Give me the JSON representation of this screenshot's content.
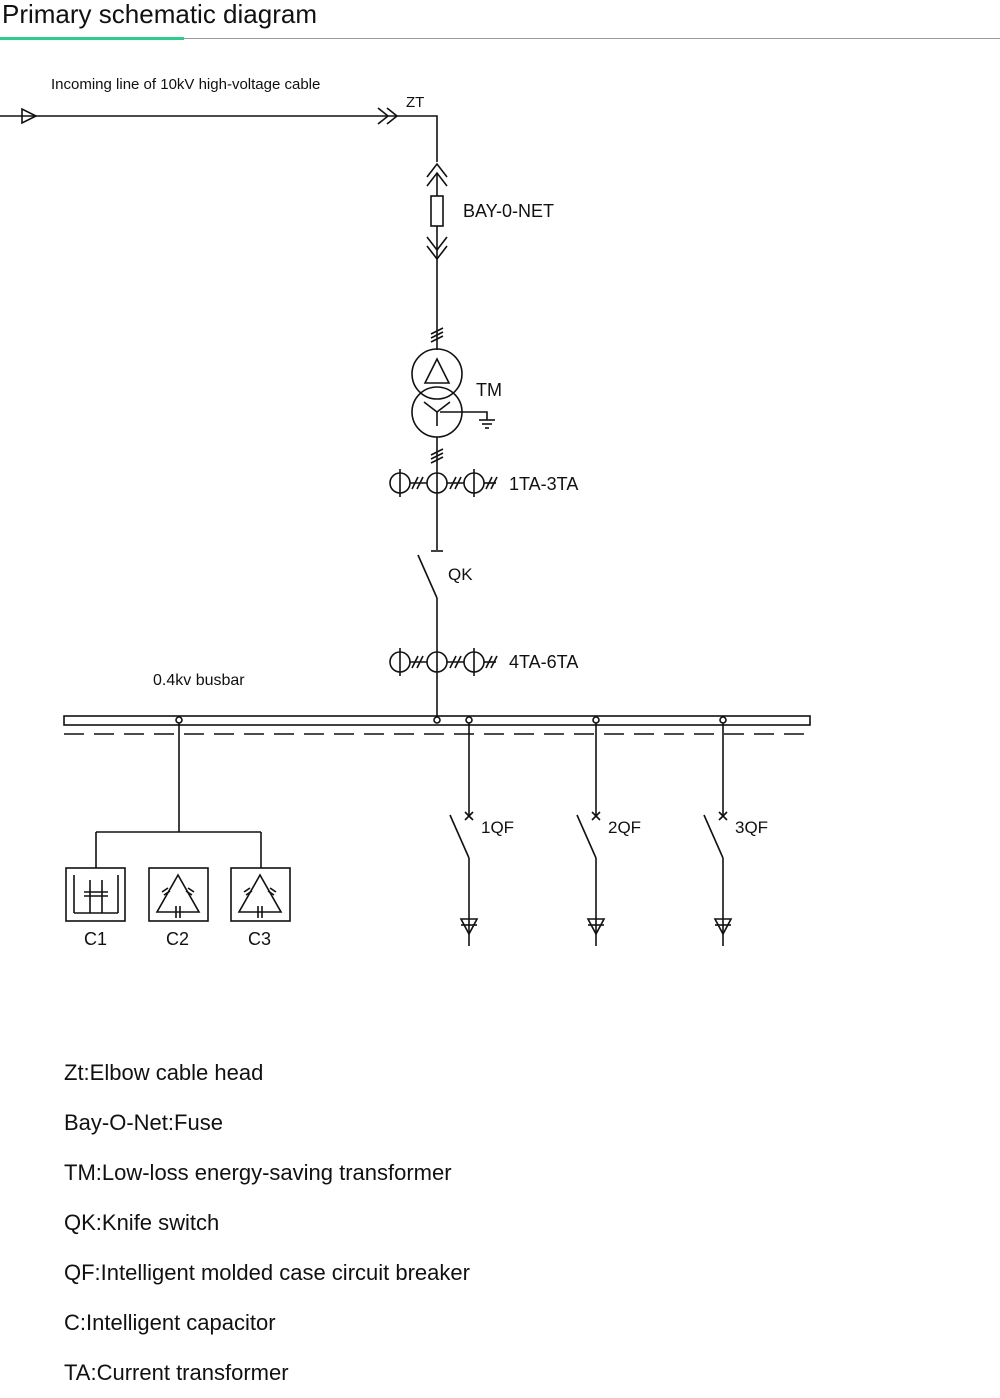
{
  "header": {
    "title": "Primary schematic diagram"
  },
  "colors": {
    "accent": "#2ecc8a",
    "rule": "#9a9a9a",
    "ink": "#111111"
  },
  "labels": {
    "incoming": "Incoming line of 10kV high-voltage cable",
    "zt": "ZT",
    "fuse": "BAY-0-NET",
    "tm": "TM",
    "ta1": "1TA-3TA",
    "qk": "QK",
    "ta2": "4TA-6TA",
    "busbar": "0.4kv busbar",
    "qf1": "1QF",
    "qf2": "2QF",
    "qf3": "3QF",
    "c1": "C1",
    "c2": "C2",
    "c3": "C3"
  },
  "legend": [
    {
      "text": "Zt:Elbow cable head"
    },
    {
      "text": "Bay-O-Net:Fuse"
    },
    {
      "text": "TM:Low-loss energy-saving transformer"
    },
    {
      "text": "QK:Knife switch"
    },
    {
      "text": "QF:Intelligent molded case circuit breaker"
    },
    {
      "text": "C:Intelligent capacitor"
    },
    {
      "text": "TA:Current transformer"
    }
  ]
}
